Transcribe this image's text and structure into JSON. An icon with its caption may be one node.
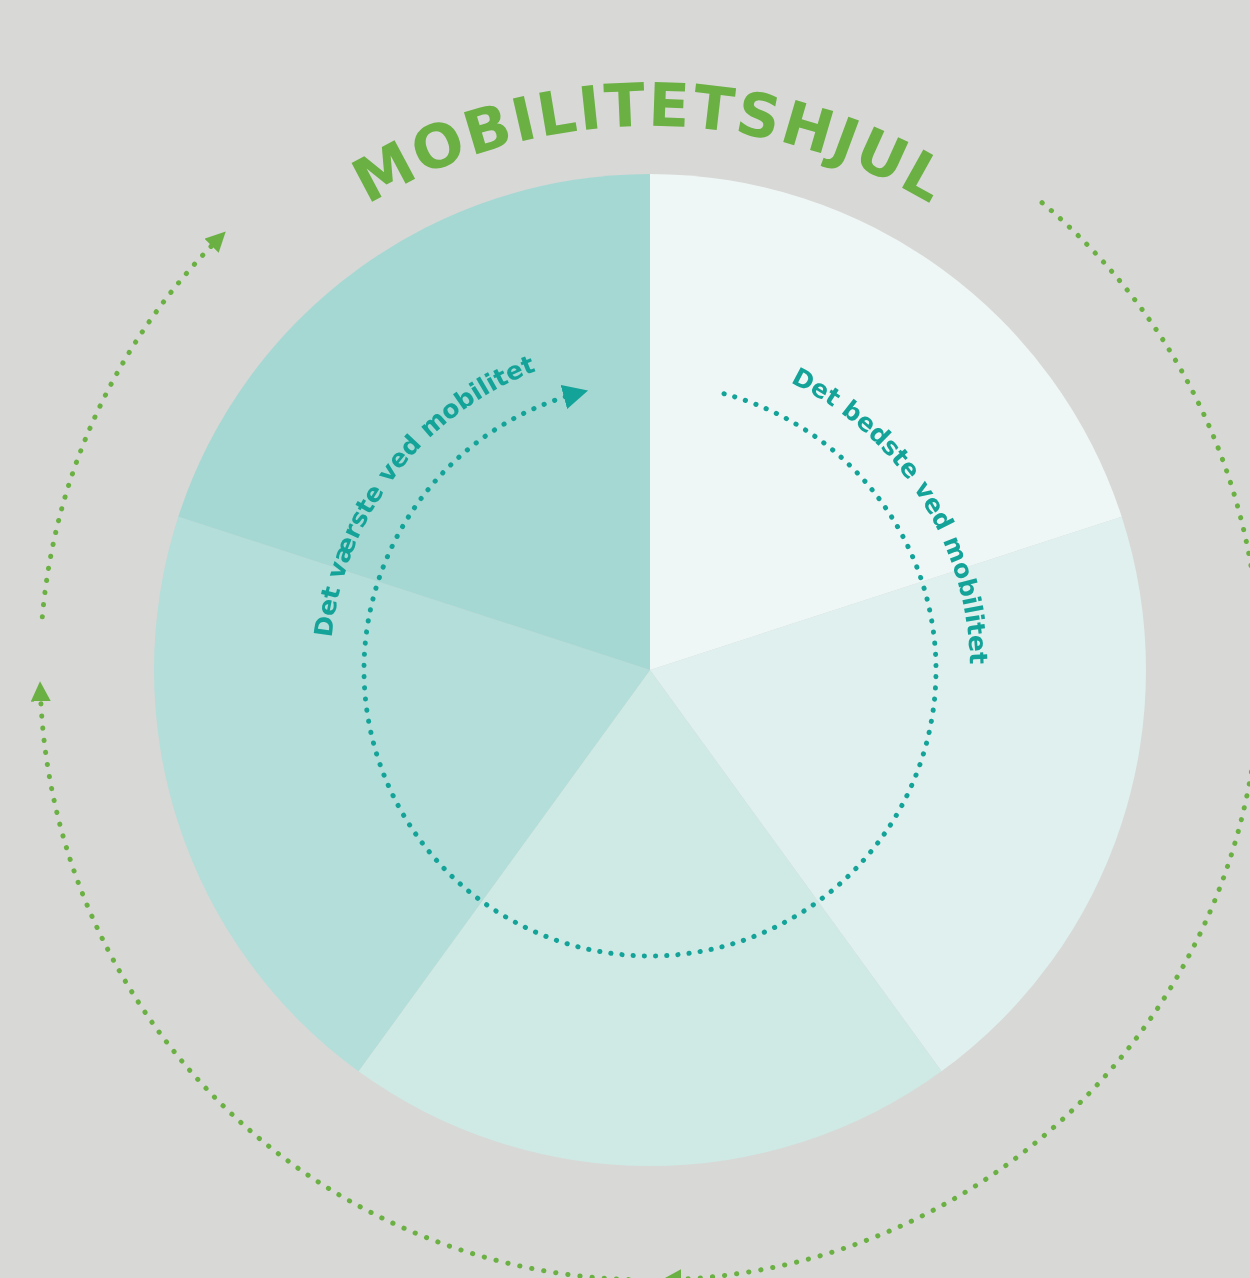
{
  "diagram": {
    "title": "MOBILITETSHJUL",
    "labels": [
      "Det værste ved mobilitet",
      "Det bedste ved mobilitet"
    ]
  }
}
